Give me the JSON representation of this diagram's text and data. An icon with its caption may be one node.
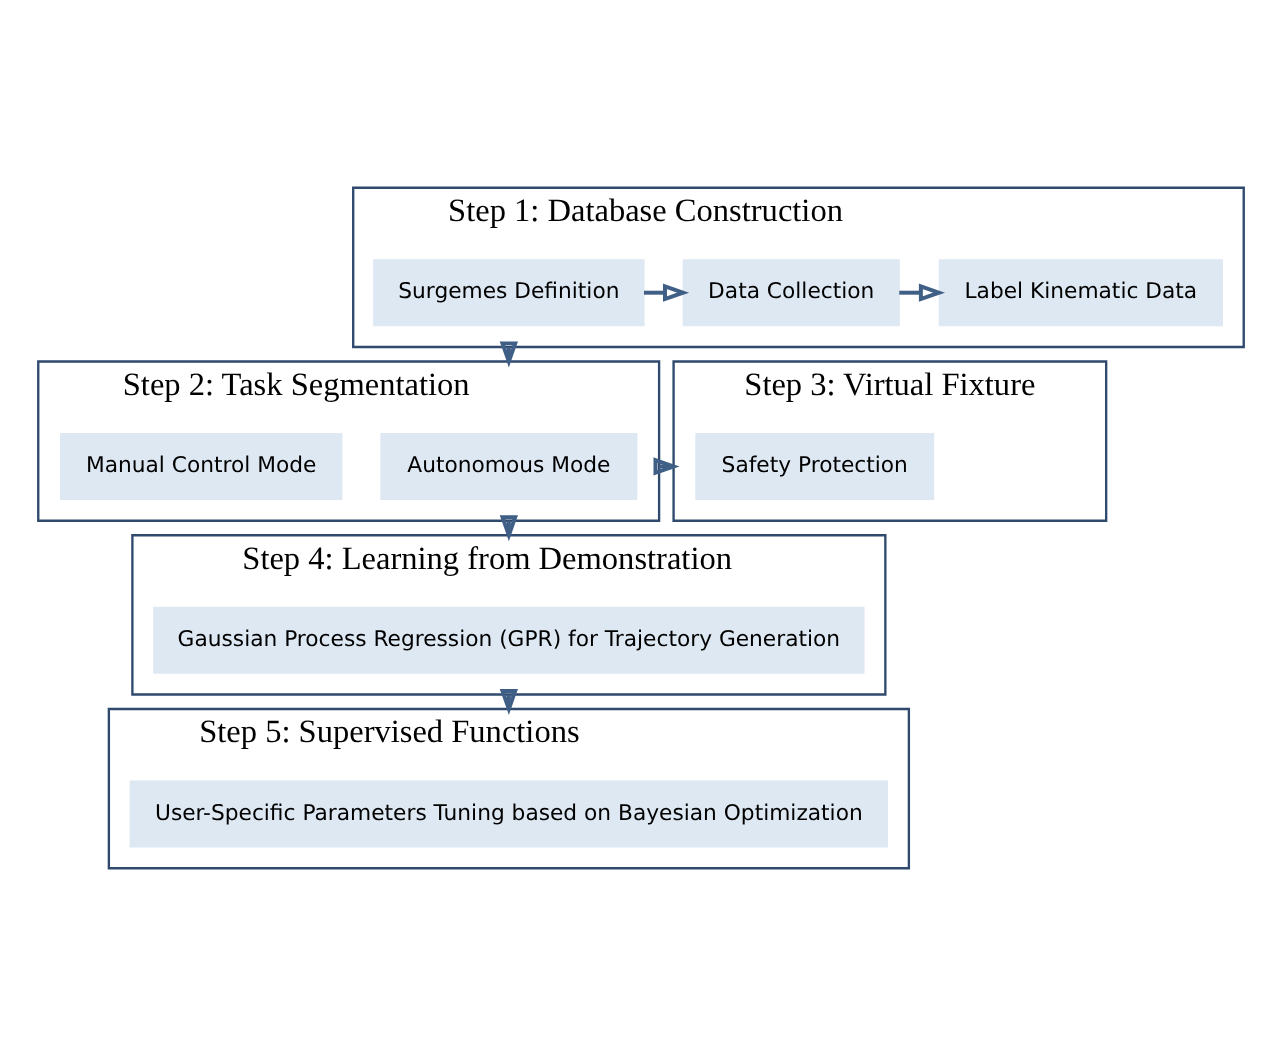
{
  "diagram": {
    "nodes": [
      {
        "text": [
          "Step 1: Database Construction"
        ]
      },
      {
        "text": [
          "Surgemes Definition"
        ],
        "in": 0
      },
      {
        "text": [
          "Data Collection"
        ],
        "in": 0
      },
      {
        "text": [
          "Label Kinematic Data"
        ],
        "in": 0
      },
      {
        "text": [
          "Step 2: Task Segmentation"
        ]
      },
      {
        "text": [
          "Autonomous Mode"
        ],
        "in": 4
      },
      {
        "text": [
          "Manual Control Mode"
        ],
        "in": 4
      },
      {
        "text": [
          "Step 3: Virtual Fixture"
        ]
      },
      {
        "text": [
          "Safety Protection"
        ],
        "in": 7
      },
      {
        "text": [
          "Step 4: Learning from Demonstration"
        ]
      },
      {
        "text": [
          "Gaussian Process Regression (GPR) for Trajectory Generation"
        ],
        "in": 9
      },
      {
        "text": [
          "Step 5: Supervised Functions"
        ]
      },
      {
        "text": [
          "User-Specific Parameters Tuning based on Bayesian Optimization"
        ],
        "in": 11
      }
    ],
    "edges": [
      {
        "from": 1,
        "to": 2,
        "arrow": "to"
      },
      {
        "from": 2,
        "to": 3,
        "arrow": "to"
      },
      {
        "from": 0,
        "to": 4,
        "arrow": "to"
      },
      {
        "from": 4,
        "to": 7,
        "arrow": "to"
      },
      {
        "from": 4,
        "to": 9,
        "arrow": "to"
      },
      {
        "from": 9,
        "to": 11,
        "arrow": "to"
      }
    ]
  }
}
